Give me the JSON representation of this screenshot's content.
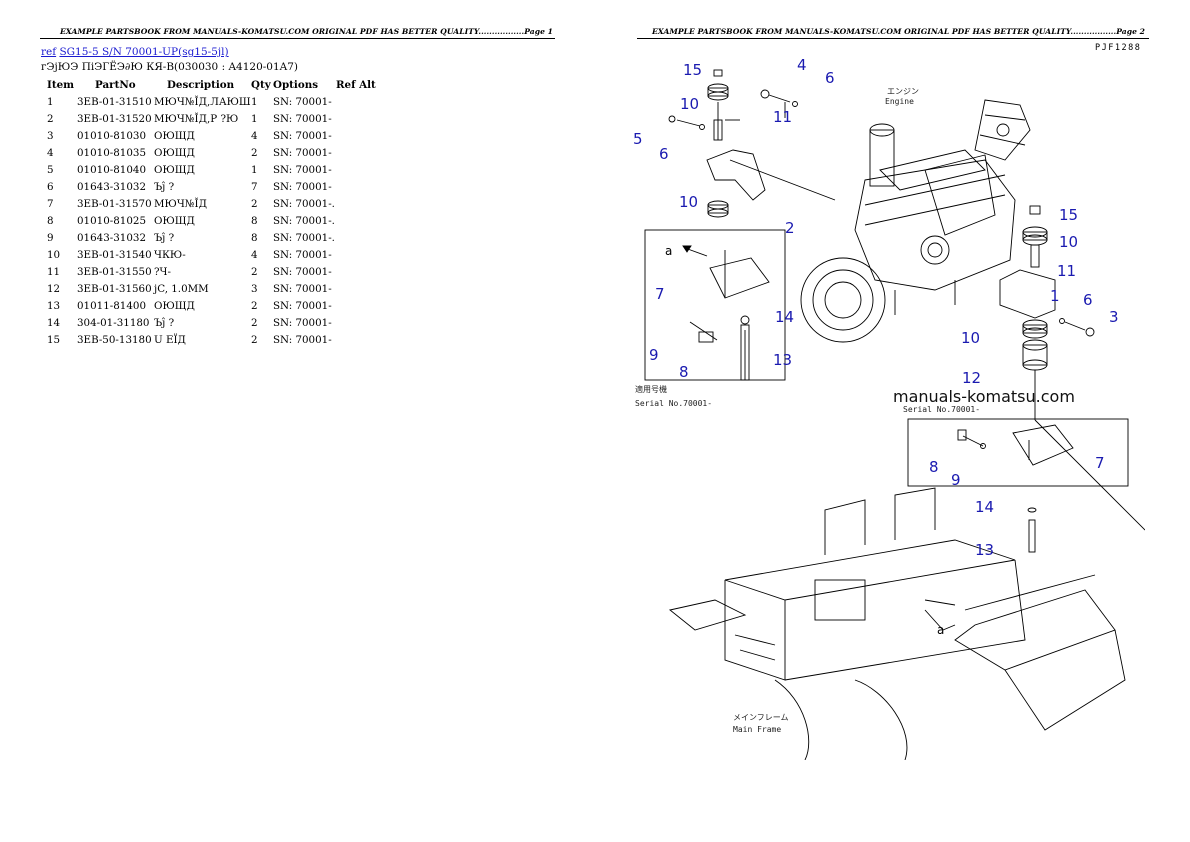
{
  "pages": [
    {
      "banner": "EXAMPLE PARTSBOOK FROM MANUALS-KOMATSU.COM ORIGINAL PDF HAS BETTER QUALITY.................Page 1"
    },
    {
      "banner": "EXAMPLE PARTSBOOK FROM MANUALS-KOMATSU.COM ORIGINAL PDF HAS BETTER QUALITY.................Page 2"
    }
  ],
  "breadcrumb": {
    "ref_label": "ref",
    "model_link": "SG15-5 S/N 70001-UP(sg15-5jl)"
  },
  "subtitle": "гЭjЮЭ ПiЭГЁЭ∂Ю КЯ-В(030030 : A4120-01A7)",
  "table": {
    "headers": [
      "Item",
      "PartNo",
      "Description",
      "Qty",
      "Options",
      "Ref Alt"
    ],
    "rows": [
      [
        "1",
        "3EB-01-31510",
        "МЮЧ№ĬД,ЛАЮШ",
        "1",
        "SN: 70001-",
        ""
      ],
      [
        "2",
        "3EB-01-31520",
        "МЮЧ№ĬД,Р ?Ю",
        "1",
        "SN: 70001-",
        ""
      ],
      [
        "3",
        "01010-81030",
        "ОЮЩД",
        "4",
        "SN: 70001-",
        ""
      ],
      [
        "4",
        "01010-81035",
        "ОЮЩД",
        "2",
        "SN: 70001-",
        ""
      ],
      [
        "5",
        "01010-81040",
        "ОЮЩД",
        "1",
        "SN: 70001-",
        ""
      ],
      [
        "6",
        "01643-31032",
        "Ъĵ ?",
        "7",
        "SN: 70001-",
        ""
      ],
      [
        "7",
        "3EB-01-31570",
        "МЮЧ№ĬД",
        "2",
        "SN: 70001-.",
        ""
      ],
      [
        "8",
        "01010-81025",
        "ОЮЩД",
        "8",
        "SN: 70001-.",
        ""
      ],
      [
        "9",
        "01643-31032",
        "Ъĵ ?",
        "8",
        "SN: 70001-.",
        ""
      ],
      [
        "10",
        "3EB-01-31540",
        "ЧКЮ-",
        "4",
        "SN: 70001-",
        ""
      ],
      [
        "11",
        "3EB-01-31550",
        "?Ч-",
        "2",
        "SN: 70001-",
        ""
      ],
      [
        "12",
        "3EB-01-31560",
        "jC, 1.0MM",
        "3",
        "SN: 70001-",
        ""
      ],
      [
        "13",
        "01011-81400",
        "ОЮЩД",
        "2",
        "SN: 70001-",
        ""
      ],
      [
        "14",
        "304-01-31180",
        "Ъĵ ?",
        "2",
        "SN: 70001-",
        ""
      ],
      [
        "15",
        "3EB-50-13180",
        "U ЕЇД",
        "2",
        "SN: 70001-",
        ""
      ]
    ]
  },
  "diagram": {
    "code": "PJF1288",
    "watermark": "manuals-komatsu.com",
    "engine_jp": "エンジン",
    "engine_en": "Engine",
    "frame_jp": "メインフレーム",
    "frame_en": "Main Frame",
    "serial_jp": "適用号機",
    "serial": "Serial No.70001-",
    "detail_letter": "a"
  }
}
